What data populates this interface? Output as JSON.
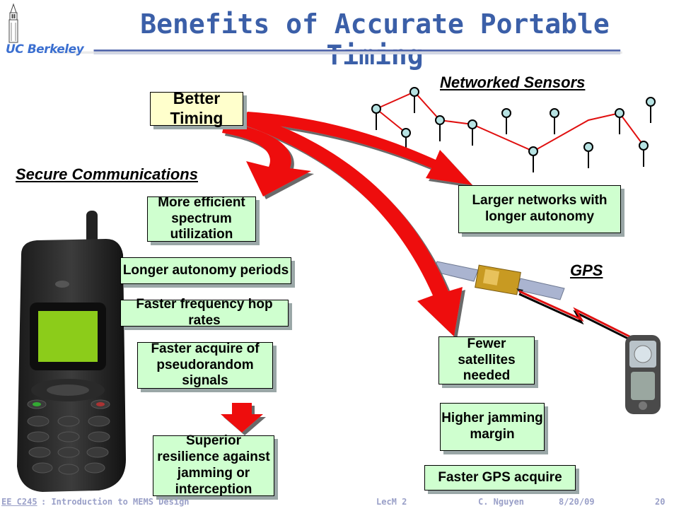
{
  "slide": {
    "title": "Benefits of Accurate Portable Timing",
    "logo": "UC Berkeley",
    "better_timing": "Better Timing",
    "labels": {
      "networked_sensors": "Networked Sensors",
      "secure_communications": "Secure Communications",
      "gps": "GPS"
    },
    "comm_boxes": [
      "More efficient spectrum utilization",
      "Longer autonomy periods",
      "Faster frequency hop rates",
      "Faster acquire of pseudorandom signals",
      "Superior resilience against jamming or interception"
    ],
    "network_box": "Larger networks with longer autonomy",
    "gps_boxes": [
      "Fewer satellites needed",
      "Higher jamming margin",
      "Faster GPS acquire"
    ],
    "footer": {
      "course_code": "EE C245",
      "course_title": ": Introduction to MEMS Design",
      "lecture": "LecM 2",
      "author": "C. Nguyen",
      "date": "8/20/09",
      "page": "20"
    }
  },
  "colors": {
    "title": "#3b5fa8",
    "box_fill": "#cfffcf",
    "better_timing_fill": "#ffffcc",
    "arrow_red": "#ee1111",
    "network_line": "#e01010",
    "node_fill": "#b7e3e3"
  }
}
